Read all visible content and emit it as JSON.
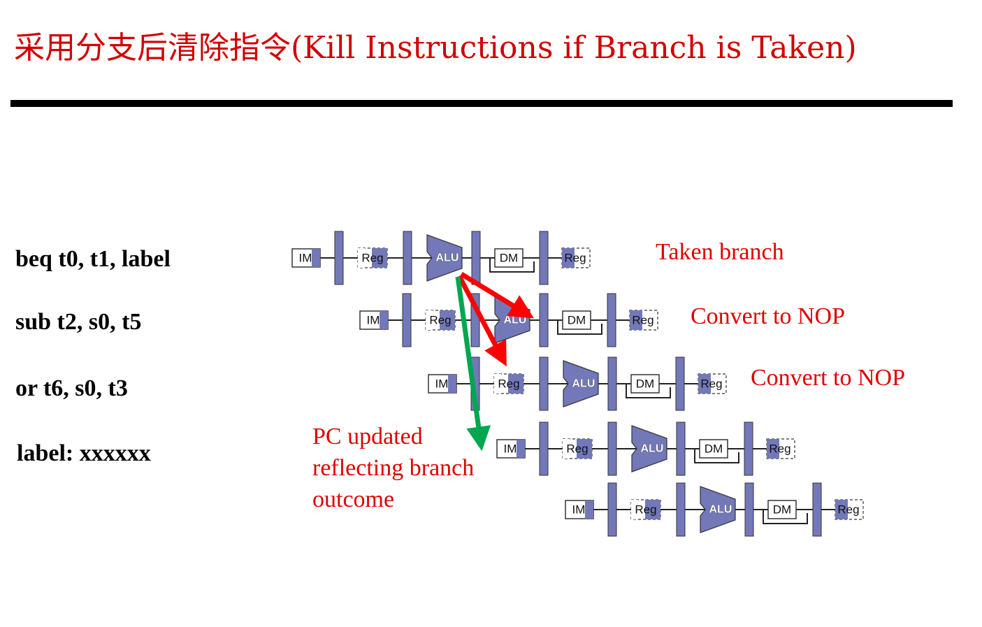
{
  "slide": {
    "title": "采用分支后清除指令(Kill Instructions if Branch is Taken)"
  },
  "instructions": [
    "beq t0, t1, label",
    "sub t2, s0, t5",
    "or t6, s0, t3",
    "label: xxxxxx"
  ],
  "annotations": {
    "taken_branch": "Taken branch",
    "convert_nop_1": "Convert to NOP",
    "convert_nop_2": "Convert to NOP",
    "pc_updated": [
      "PC updated",
      "reflecting branch",
      "outcome"
    ]
  },
  "pipeline": {
    "stage_labels": {
      "im": "IM",
      "reg": "Reg",
      "alu": "ALU",
      "dm": "DM"
    },
    "row_count": 5
  },
  "colors": {
    "title": "#d10000",
    "annotation": "#e00000",
    "stage_fill": "#7278b8",
    "kill_arrow": "#ff0000",
    "pc_arrow": "#00a650"
  }
}
